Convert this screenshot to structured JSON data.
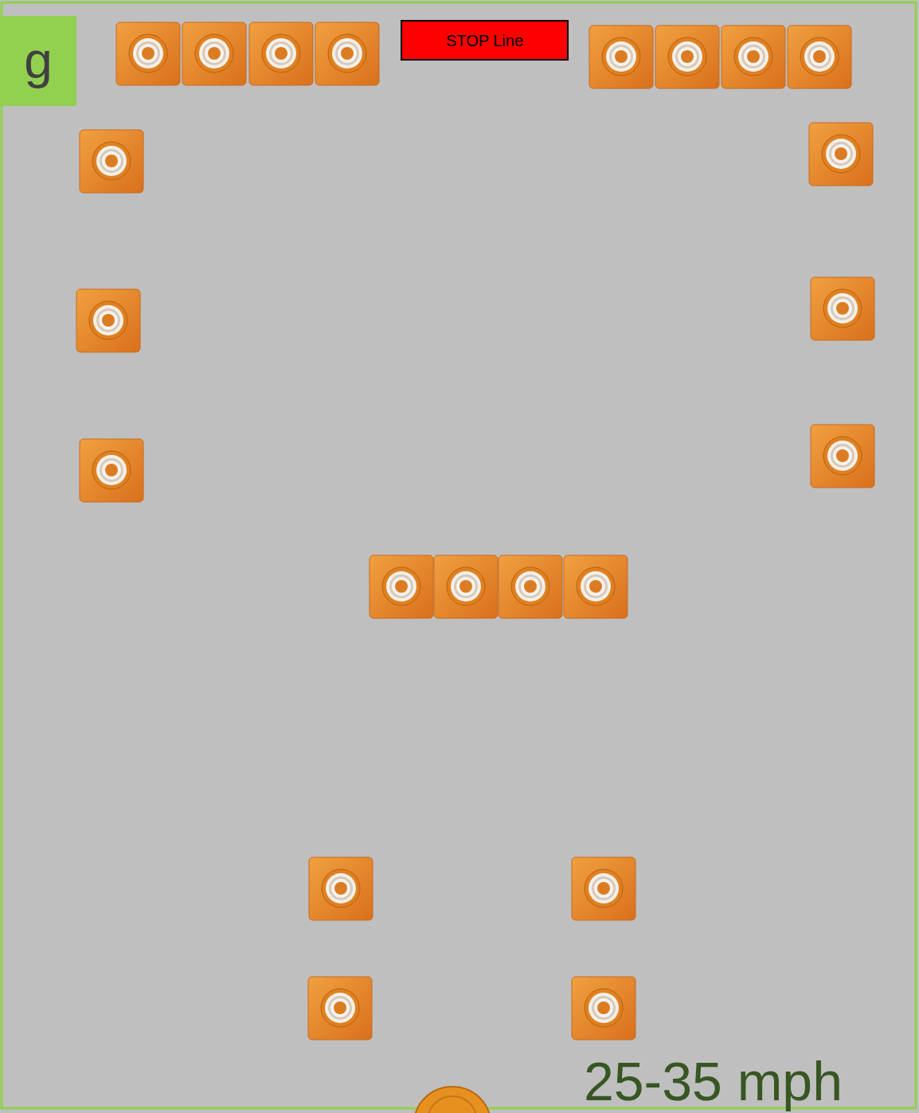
{
  "diagram": {
    "nodes": [
      {
        "text": [
          "g"
        ]
      },
      {
        "text": [
          "STOP Line"
        ]
      }
    ],
    "labels": [
      "25-35 mph"
    ]
  }
}
